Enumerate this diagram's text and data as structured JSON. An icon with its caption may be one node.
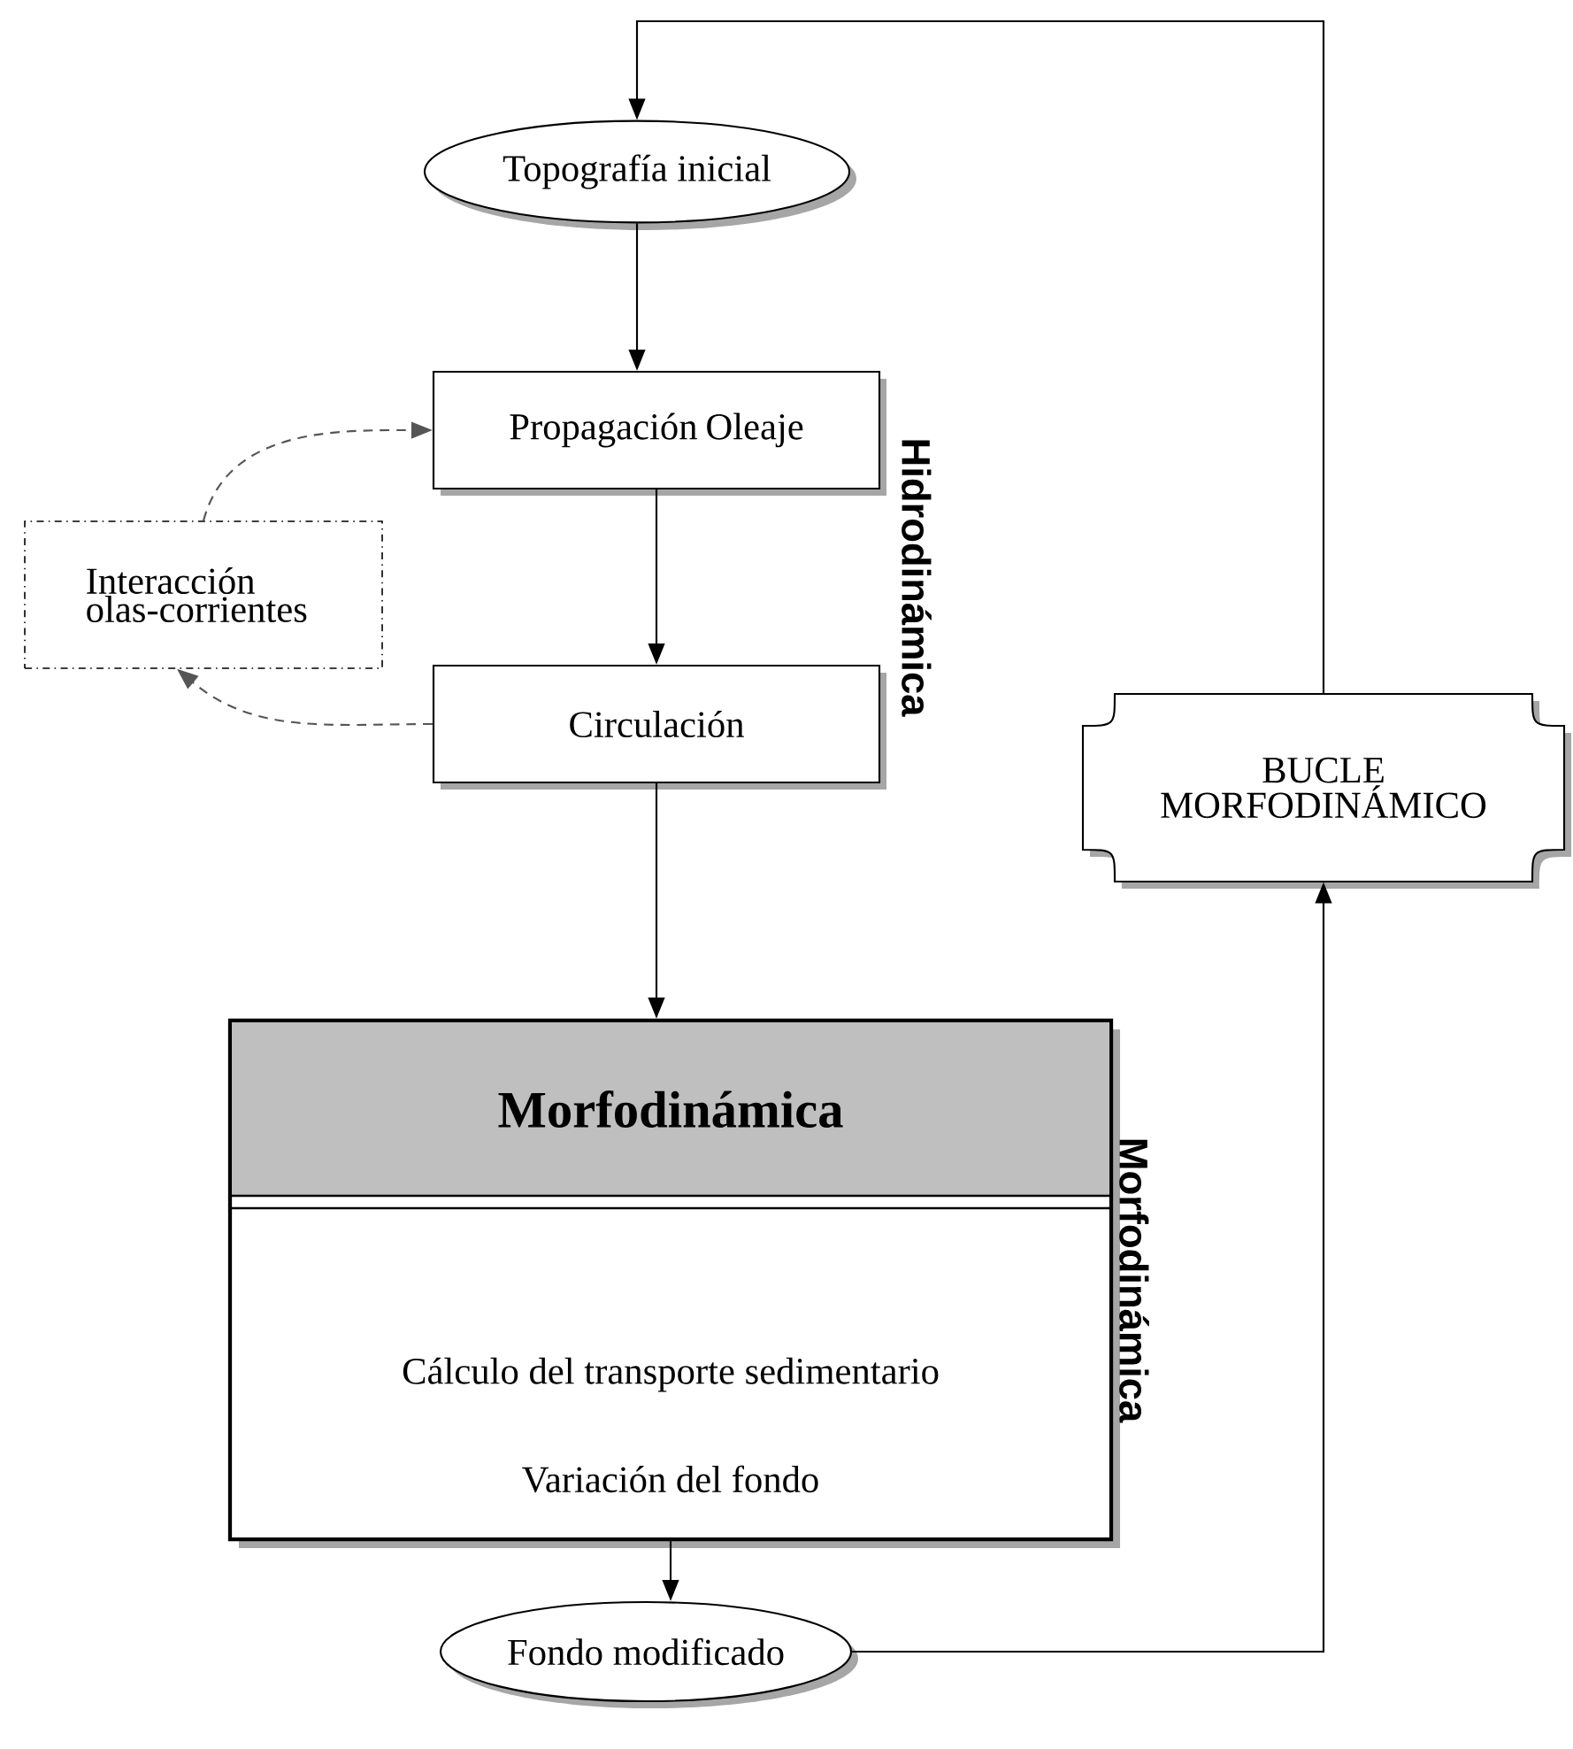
{
  "diagram": {
    "nodes": [
      {
        "text": [
          "Topografía inicial"
        ]
      },
      {
        "text": [
          "Propagación Oleaje"
        ]
      },
      {
        "text": [
          "Interacción olas-corrientes"
        ]
      },
      {
        "text": [
          "Circulación"
        ]
      },
      {
        "text": [
          "Morfodinámica",
          "Cálculo del transporte sedimentario",
          "Variación del fondo"
        ],
        "beside": [
          "Morfodinámica"
        ]
      },
      {
        "text": [
          "Fondo modificado"
        ]
      },
      {
        "text": [
          "BUCLE MORFODINÁMICO"
        ]
      }
    ],
    "edges": [
      {
        "from": 0,
        "to": 1,
        "arrow": "to"
      },
      {
        "from": 2,
        "to": 1,
        "arrow": "to",
        "style": "dashed",
        "color": "#555555"
      },
      {
        "from": 1,
        "to": 3,
        "arrow": "to"
      },
      {
        "from": 3,
        "to": 2,
        "arrow": "to",
        "style": "dashed",
        "color": "#555555"
      },
      {
        "from": 3,
        "to": 4,
        "arrow": "to"
      },
      {
        "from": 4,
        "to": 5,
        "arrow": "to"
      },
      {
        "from": 5,
        "to": 6,
        "arrow": "to"
      },
      {
        "from": 6,
        "to": 0,
        "arrow": "to"
      }
    ],
    "labels": [
      "Hidrodinámica"
    ]
  }
}
